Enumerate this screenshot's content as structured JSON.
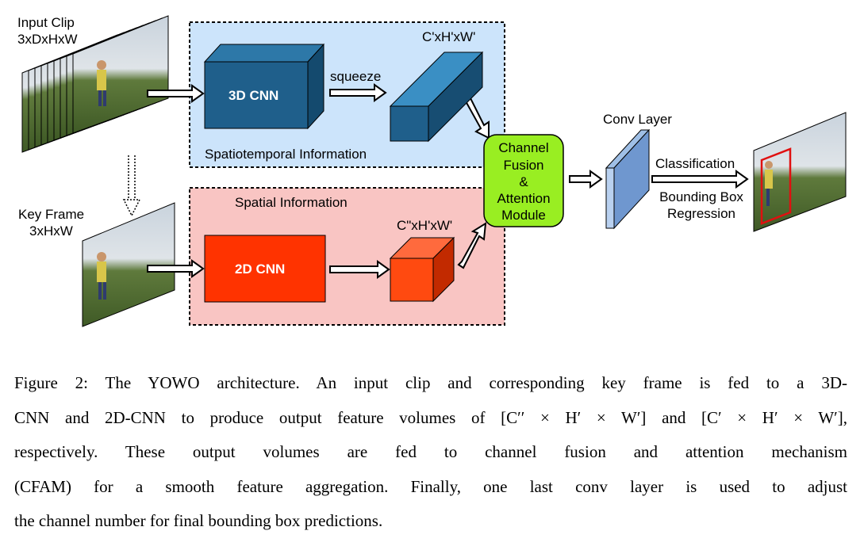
{
  "figure": {
    "input_clip": {
      "title": "Input Clip",
      "dims": "3xDxHxW"
    },
    "key_frame": {
      "title": "Key Frame",
      "dims": "3xHxW"
    },
    "spatiotemporal_box_label": "Spatiotemporal Information",
    "spatial_box_label": "Spatial Information",
    "cnn3d_label": "3D CNN",
    "cnn2d_label": "2D CNN",
    "squeeze_label": "squeeze",
    "feat3d_dims": "C'xH'xW'",
    "feat2d_dims": "C\"xH'xW'",
    "cfam_lines": [
      "Channel",
      "Fusion",
      "&",
      "Attention",
      "Module"
    ],
    "conv_layer_label": "Conv Layer",
    "classification_label": "Classification",
    "bbox_regression_lines": [
      "Bounding Box",
      "Regression"
    ],
    "colors": {
      "spatiotemporal_bg": "#cce4fb",
      "spatial_bg": "#f9c5c3",
      "cnn3d": "#1f5f8b",
      "cnn2d": "#ff3300",
      "cfam": "#99ee22",
      "conv_layer": "#6f97cf"
    }
  },
  "caption": {
    "lines": [
      "Figure 2: The YOWO architecture. An input clip and corresponding key frame is fed to a 3D-",
      "CNN and 2D-CNN to produce output feature volumes of [C′′ × H′ × W′] and [C′ × H′ × W′],",
      "respectively.  These output volumes are fed to channel fusion and attention mechanism",
      "(CFAM) for a smooth feature aggregation.  Finally, one last conv layer is used to adjust",
      "the channel number for final bounding box predictions."
    ]
  }
}
